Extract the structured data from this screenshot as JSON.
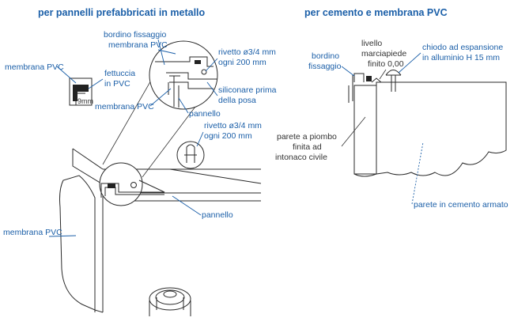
{
  "left": {
    "heading": "per pannelli prefabbricati in metallo",
    "labels": {
      "bordino": "bordino fissaggio",
      "membrana_top": "membrana PVC",
      "rivetto1_a": "rivetto ø3/4 mm",
      "rivetto1_b": "ogni 200 mm",
      "membrana_detail": "membrana PVC",
      "fettuccia_a": "fettuccia",
      "fettuccia_b": "in PVC",
      "dim": "9mm",
      "siliconare_a": "siliconare prima",
      "siliconare_b": "della posa",
      "membrana_mid": "membrana PVC",
      "pannello_detail": "pannello",
      "rivetto2_a": "rivetto ø3/4 mm",
      "rivetto2_b": "ogni 200 mm",
      "pannello_main": "pannello",
      "membrana_main": "membrana PVC"
    }
  },
  "right": {
    "heading": "per cemento e membrana PVC",
    "labels": {
      "livello_a": "livello",
      "livello_b": "marciapiede",
      "livello_c": "finito 0,00",
      "chiodo_a": "chiodo ad espansione",
      "chiodo_b": "in alluminio H 15 mm",
      "bordino_a": "bordino",
      "bordino_b": "fissaggio",
      "parete_piombo_a": "parete a piombo",
      "parete_piombo_b": "finita ad",
      "parete_piombo_c": "intonaco civile",
      "parete_cemento": "parete in cemento armato"
    }
  },
  "colors": {
    "label": "#1b5fa8",
    "line": "#2a2a2a",
    "text_dark": "#333333"
  }
}
